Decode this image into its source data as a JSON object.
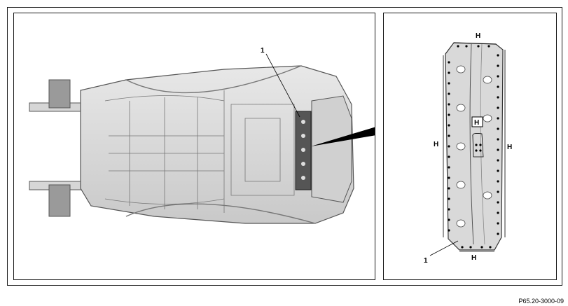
{
  "figure": {
    "callout_number": "1",
    "weld_label": "H",
    "reference_code": "P65.20-3000-09"
  }
}
